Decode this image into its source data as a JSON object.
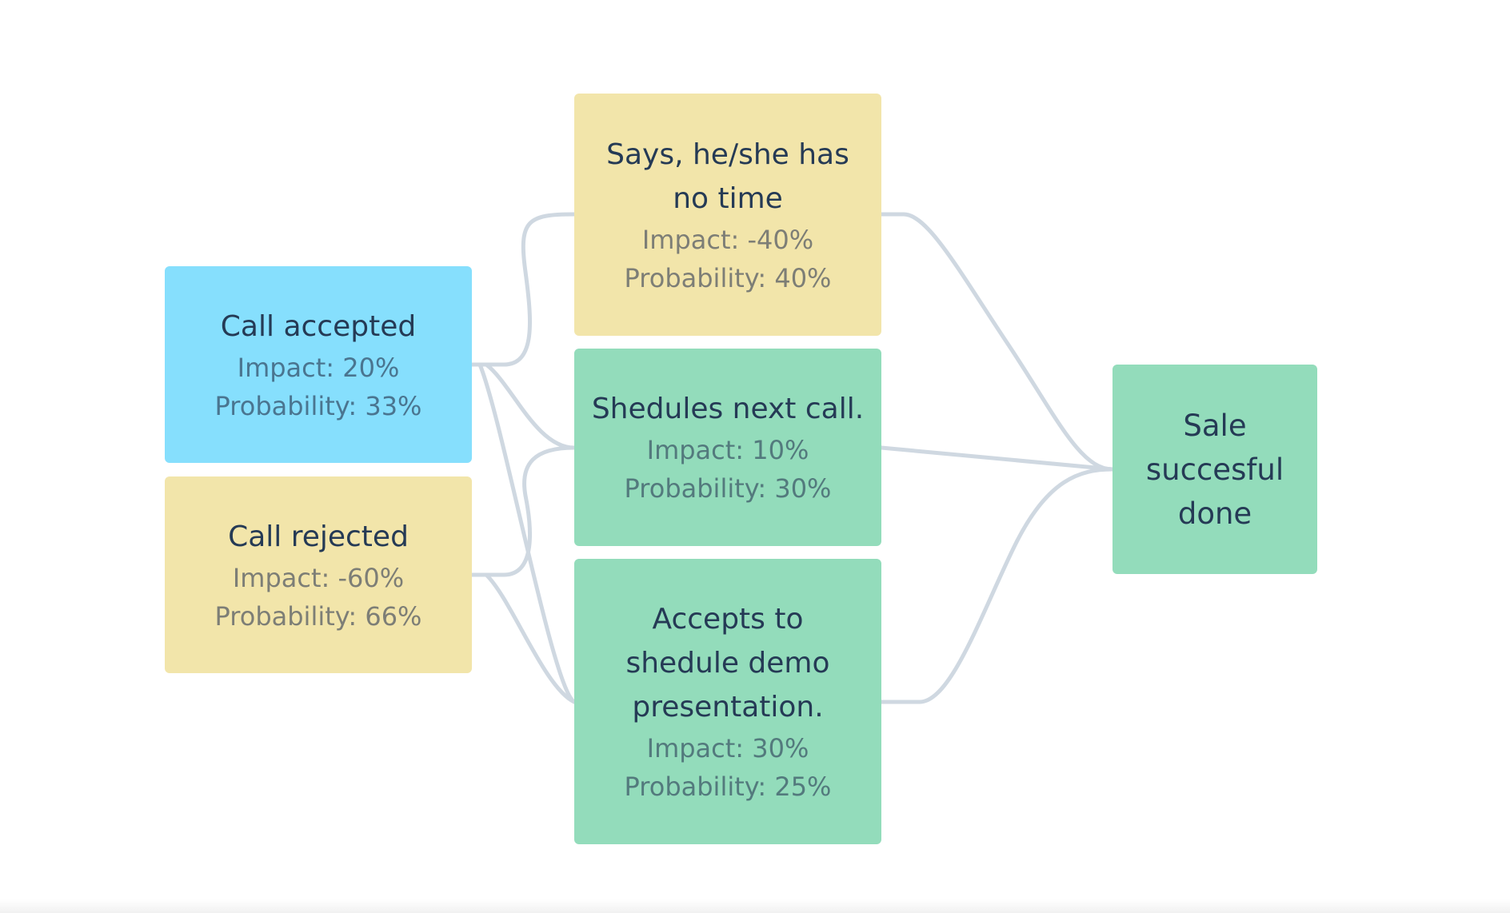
{
  "nodes": {
    "call_accepted": {
      "title": "Call accepted",
      "impact": "Impact: 20%",
      "probability": "Probability: 33%",
      "color": "#86dffd"
    },
    "call_rejected": {
      "title": "Call rejected",
      "impact": "Impact: -60%",
      "probability": "Probability: 66%",
      "color": "#f2e5aa"
    },
    "no_time": {
      "title_line1": "Says, he/she has",
      "title_line2": "no time",
      "impact": "Impact: -40%",
      "probability": "Probability: 40%",
      "color": "#f2e5aa"
    },
    "next_call": {
      "title": "Shedules next call.",
      "impact": "Impact: 10%",
      "probability": "Probability: 30%",
      "color": "#93dcbb"
    },
    "demo": {
      "title_line1": "Accepts to",
      "title_line2": "shedule demo",
      "title_line3": "presentation.",
      "impact": "Impact: 30%",
      "probability": "Probability: 25%",
      "color": "#93dcbb"
    },
    "sale": {
      "title_line1": "Sale",
      "title_line2": "succesful",
      "title_line3": "done",
      "color": "#93dcbb"
    }
  },
  "connector_color": "#cfd8e1"
}
